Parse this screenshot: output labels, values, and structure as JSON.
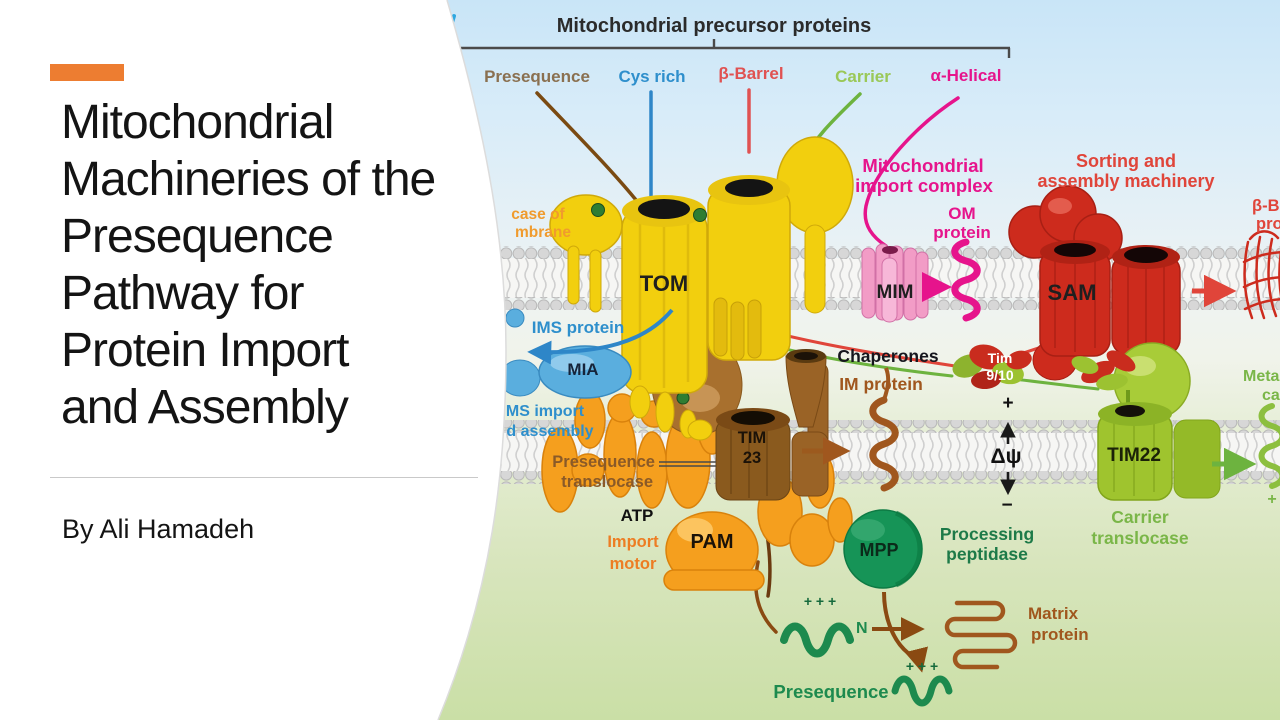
{
  "slide": {
    "title": "Mitochondrial\nMachineries of the\nPresequence\nPathway for\nProtein Import\nand Assembly",
    "byline": "By Ali Hamadeh",
    "accent_color": "#ED7D31"
  },
  "header": {
    "title": "Mitochondrial precursor proteins"
  },
  "precursors": {
    "presequence": "Presequence",
    "cys_rich": "Cys rich",
    "beta_barrel": "β-Barrel",
    "carrier": "Carrier",
    "alpha_helical": "α-Helical"
  },
  "outer": {
    "tom": "TOM",
    "translocase_clip_1": "case of",
    "translocase_clip_2": "mbrane",
    "mim": "MIM",
    "import_complex_1": "Mitochondrial",
    "import_complex_2": "import complex",
    "om_protein_1": "OM",
    "om_protein_2": "protein",
    "sam": "SAM",
    "sorting_1": "Sorting and",
    "sorting_2": "assembly machinery",
    "beta_barrel_protein_1": "β-B",
    "beta_barrel_protein_2": "pro"
  },
  "ims": {
    "ims_protein": "IMS protein",
    "mia": "MIA",
    "ims_import_1": "MS import",
    "ims_import_2": "d assembly",
    "chaperones": "Chaperones",
    "tim910_1": "Tim",
    "tim910_2": "9/10",
    "im_protein": "IM protein"
  },
  "inner": {
    "tim23_1": "TIM",
    "tim23_2": "23",
    "presequence_translocase_1": "Presequence",
    "presequence_translocase_2": "translocase",
    "tim22": "TIM22",
    "carrier_translocase_1": "Carrier",
    "carrier_translocase_2": "translocase",
    "metabolite_clip_1": "Meta",
    "metabolite_clip_2": "ca",
    "plus": "+",
    "minus": "−",
    "delta_psi": "Δψ",
    "helix_plus": "+"
  },
  "matrix": {
    "atp": "ATP",
    "import_motor_1": "Import",
    "import_motor_2": "motor",
    "pam": "PAM",
    "mpp": "MPP",
    "processing_1": "Processing",
    "processing_2": "peptidase",
    "matrix_protein_1": "Matrix",
    "matrix_protein_2": "protein",
    "charges": "+ + +",
    "n_label": "N",
    "charges_bottom": "+ + +",
    "presequence": "Presequence"
  },
  "colors": {
    "accent": "#ED7D31",
    "magenta": "#e6148c",
    "red": "#e0453a",
    "green": "#7ab648",
    "dark_green": "#1d8a4e",
    "blue": "#2e8fcc",
    "brown": "#a0571e",
    "orange": "#f09b2e",
    "yellow": "#f2cf0e",
    "pink": "#f29cc6"
  }
}
